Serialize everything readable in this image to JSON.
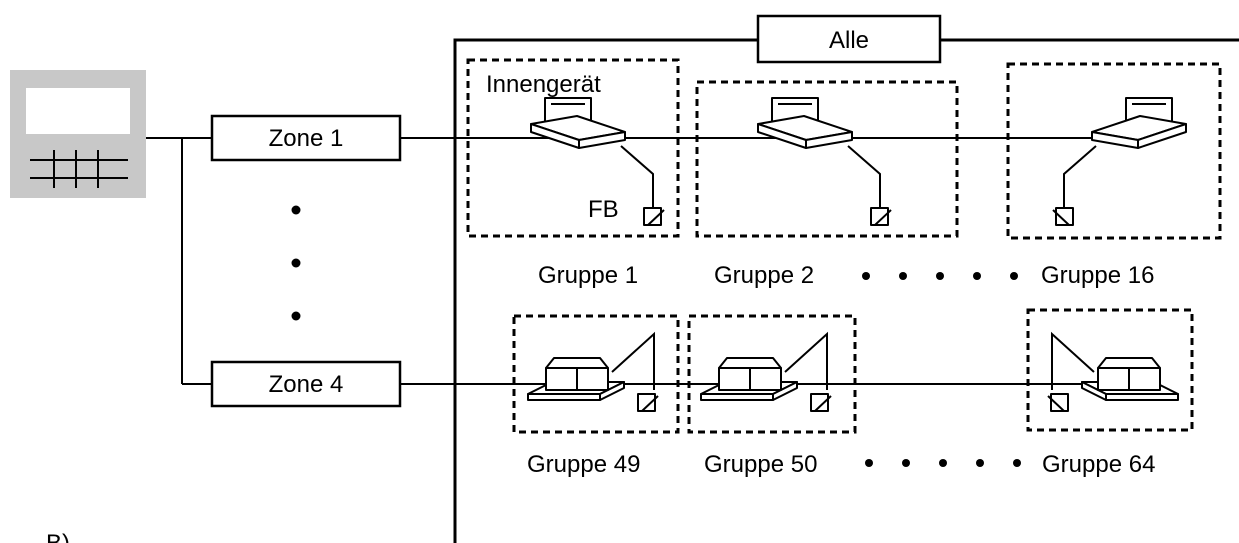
{
  "all_label": "Alle",
  "indoor_unit_label": "Innengerät",
  "remote_label": "FB",
  "zones": [
    "Zone 1",
    "Zone 4"
  ],
  "groups_row1": [
    "Gruppe 1",
    "Gruppe 2",
    "Gruppe 16"
  ],
  "groups_row2": [
    "Gruppe 49",
    "Gruppe 50",
    "Gruppe 64"
  ],
  "corner_label": "B)",
  "colors": {
    "controller_bg": "#c8c8c8",
    "line": "#000000",
    "background": "#ffffff"
  },
  "icons": [
    "controller-icon",
    "ceiling-cassette-unit-icon",
    "ceiling-ducted-unit-icon",
    "remote-control-icon"
  ]
}
